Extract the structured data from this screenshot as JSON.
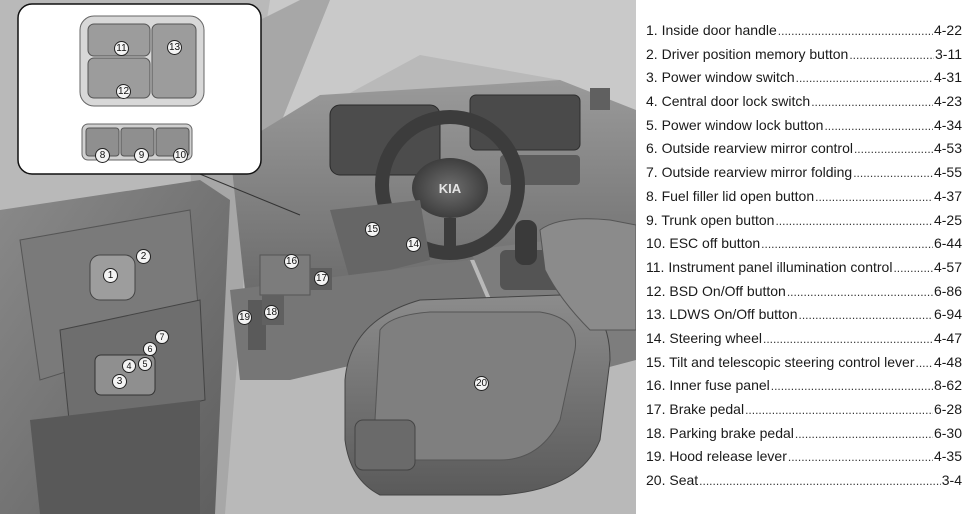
{
  "legend": {
    "items": [
      {
        "number": "1.",
        "label": "Inside door handle",
        "page": "4-22"
      },
      {
        "number": "2.",
        "label": "Driver position memory button",
        "page": "3-11"
      },
      {
        "number": "3.",
        "label": "Power window switch",
        "page": "4-31"
      },
      {
        "number": "4.",
        "label": "Central door lock switch",
        "page": "4-23"
      },
      {
        "number": "5.",
        "label": "Power window lock button",
        "page": "4-34"
      },
      {
        "number": "6.",
        "label": "Outside rearview mirror control",
        "page": "4-53"
      },
      {
        "number": "7.",
        "label": "Outside rearview mirror folding",
        "page": "4-55"
      },
      {
        "number": "8.",
        "label": "Fuel filler lid open button",
        "page": "4-37"
      },
      {
        "number": "9.",
        "label": "Trunk open button",
        "page": "4-25"
      },
      {
        "number": "10.",
        "label": "ESC off button",
        "page": "6-44"
      },
      {
        "number": "11.",
        "label": "Instrument panel illumination control",
        "page": "4-57"
      },
      {
        "number": "12.",
        "label": "BSD On/Off button",
        "page": "6-86"
      },
      {
        "number": "13.",
        "label": "LDWS On/Off button",
        "page": "6-94"
      },
      {
        "number": "14.",
        "label": "Steering wheel",
        "page": "4-47"
      },
      {
        "number": "15.",
        "label": "Tilt and telescopic steering control lever",
        "page": "4-48"
      },
      {
        "number": "16.",
        "label": "Inner fuse panel",
        "page": "8-62"
      },
      {
        "number": "17.",
        "label": "Brake pedal",
        "page": "6-28"
      },
      {
        "number": "18.",
        "label": "Parking brake pedal",
        "page": "6-30"
      },
      {
        "number": "19.",
        "label": "Hood release lever",
        "page": "4-35"
      },
      {
        "number": "20.",
        "label": "Seat",
        "page": "3-4"
      }
    ]
  },
  "callouts": {
    "c1": "1",
    "c2": "2",
    "c3": "3",
    "c4": "4",
    "c5": "5",
    "c6": "6",
    "c7": "7",
    "c8": "8",
    "c9": "9",
    "c10": "10",
    "c11": "11",
    "c12": "12",
    "c13": "13",
    "c14": "14",
    "c15": "15",
    "c16": "16",
    "c17": "17",
    "c18": "18",
    "c19": "19",
    "c20": "20"
  },
  "illustration": {
    "steering_logo": "KIA"
  }
}
